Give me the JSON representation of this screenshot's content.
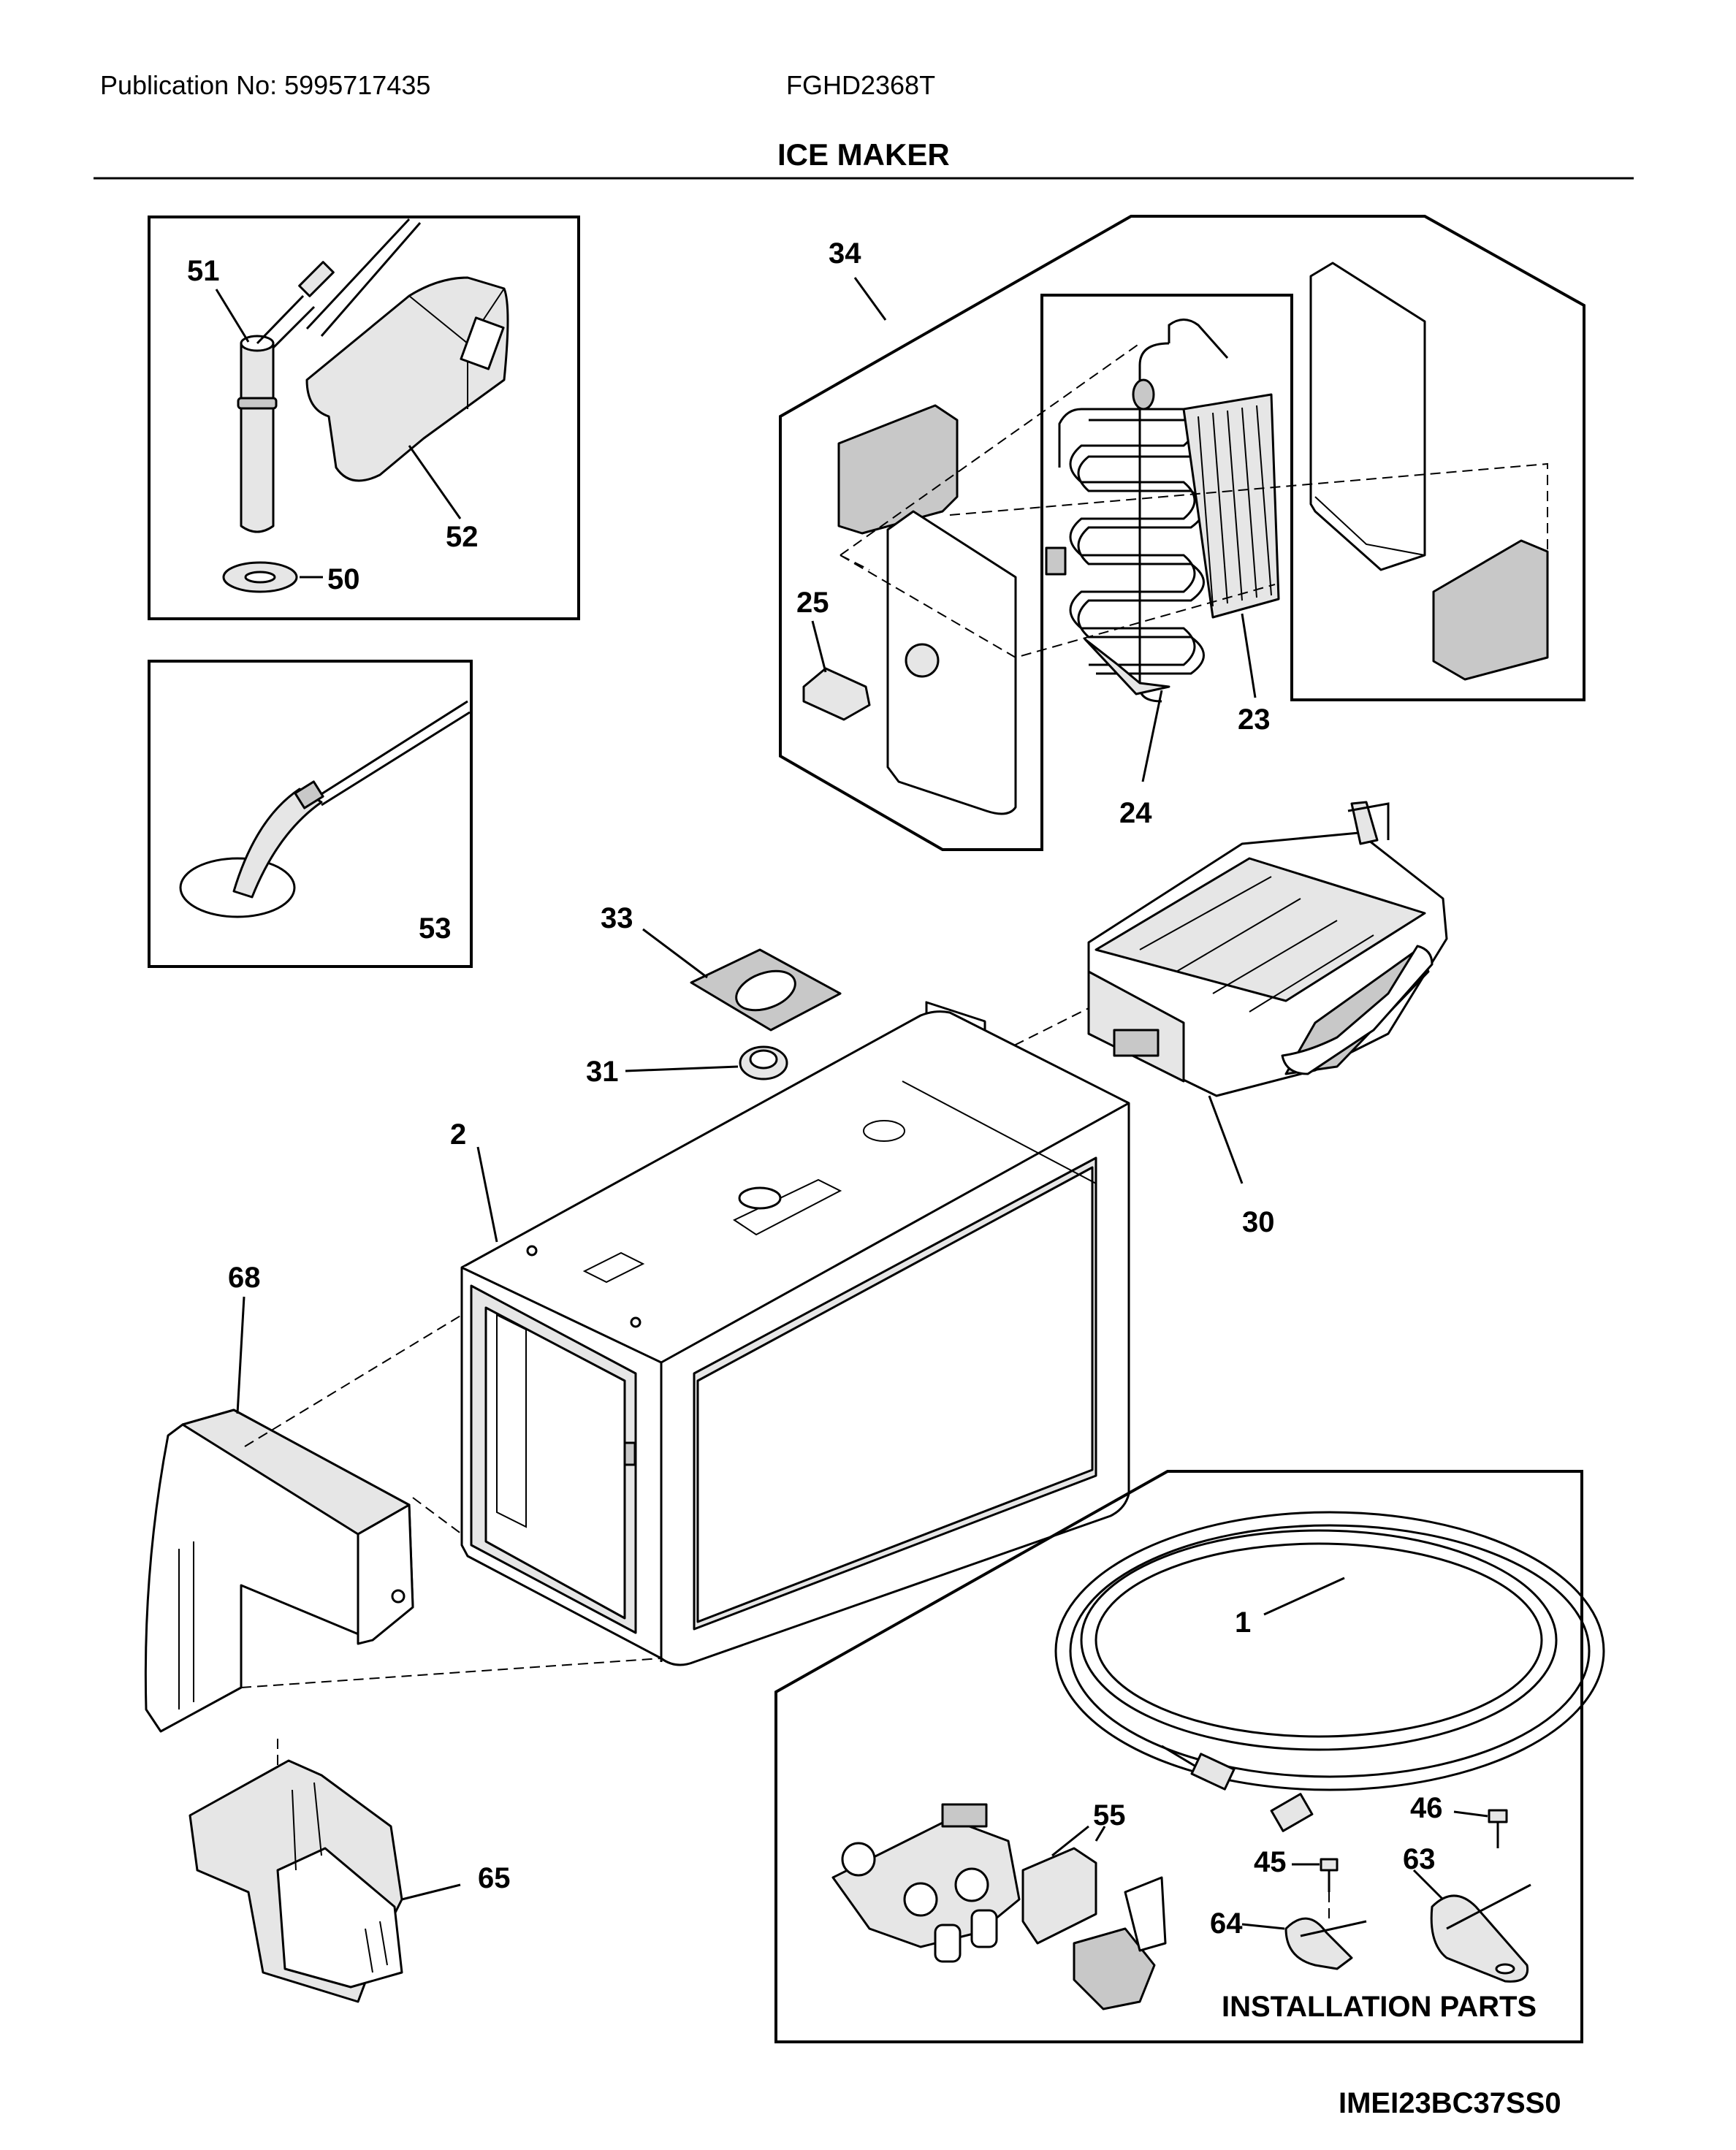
{
  "header": {
    "publication": "Publication No: 5995717435",
    "model": "FGHD2368T",
    "title": "ICE MAKER"
  },
  "callouts": [
    "51",
    "52",
    "50",
    "53",
    "34",
    "25",
    "23",
    "24",
    "33",
    "31",
    "30",
    "2",
    "68",
    "1",
    "55",
    "46",
    "45",
    "63",
    "64",
    "65"
  ],
  "installation_label": "INSTALLATION PARTS",
  "footer_code": "IMEI23BC37SS0"
}
